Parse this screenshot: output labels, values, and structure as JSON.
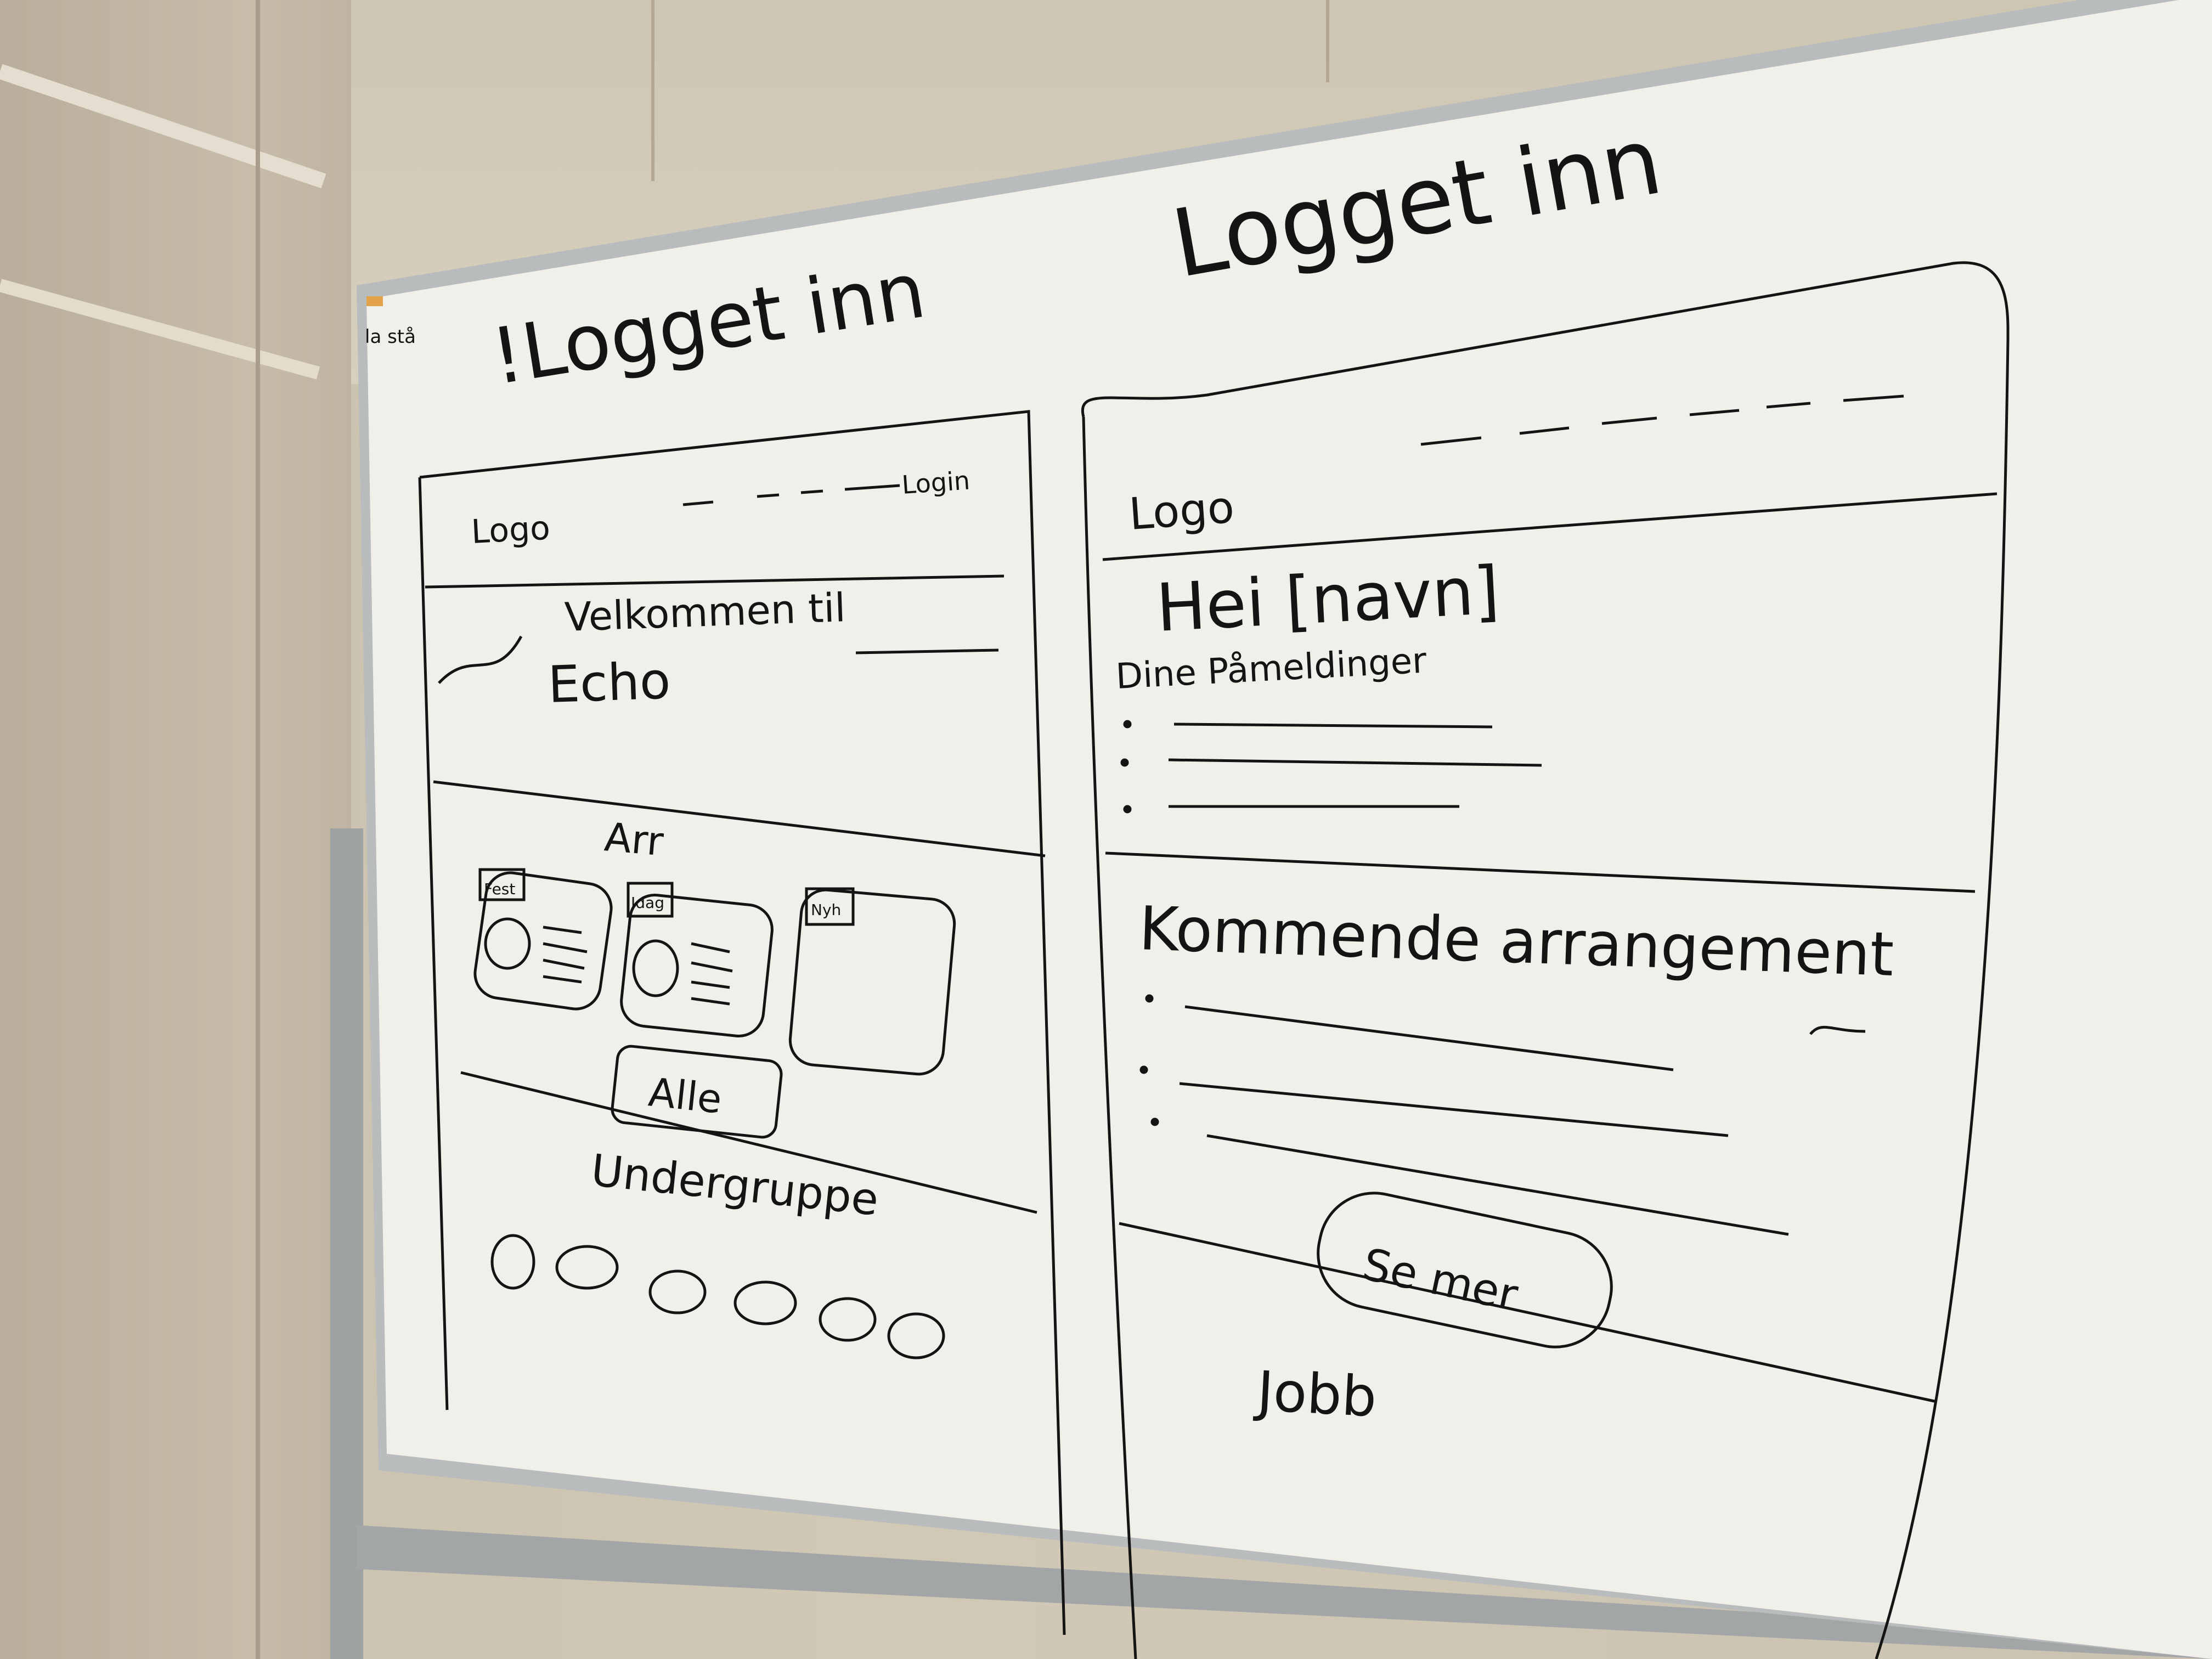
{
  "board": {
    "corner_note": "la stå",
    "left_heading": "!Logget inn",
    "right_heading": "Logget inn"
  },
  "left_sketch": {
    "logo": "Logo",
    "login": "Login",
    "welcome_line1": "Velkommen til",
    "welcome_line2": "Echo",
    "events_heading": "Arr",
    "card_tags": [
      "Fest",
      "Idag",
      "Nyh"
    ],
    "all_button": "Alle",
    "subgroup_heading": "Undergruppe"
  },
  "right_sketch": {
    "logo": "Logo",
    "greeting": "Hei [navn]",
    "registrations_heading": "Dine Påmeldinger",
    "upcoming_heading": "Kommende arrangement",
    "see_more_button": "Se mer",
    "jobs_heading": "Jobb"
  },
  "colors": {
    "board": "#f1efe9",
    "ink": "#141414",
    "frame": "#b9bcbd",
    "note_ink": "#1f8a4a"
  }
}
